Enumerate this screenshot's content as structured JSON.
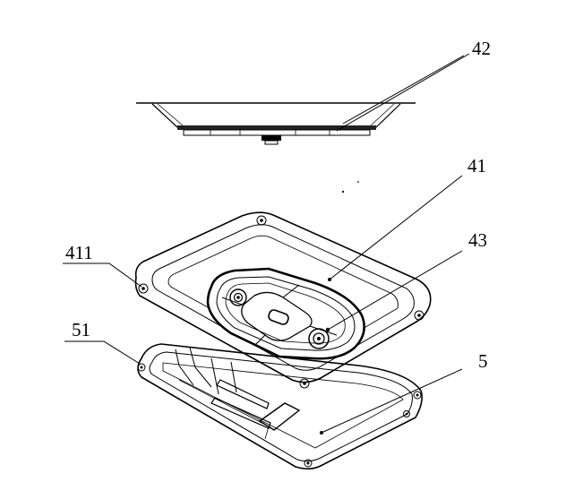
{
  "labels": {
    "cover": "42",
    "base_plate": "41",
    "seal_ring": "43",
    "mount_hole": "411",
    "tray_edge": "51",
    "tray": "5"
  }
}
